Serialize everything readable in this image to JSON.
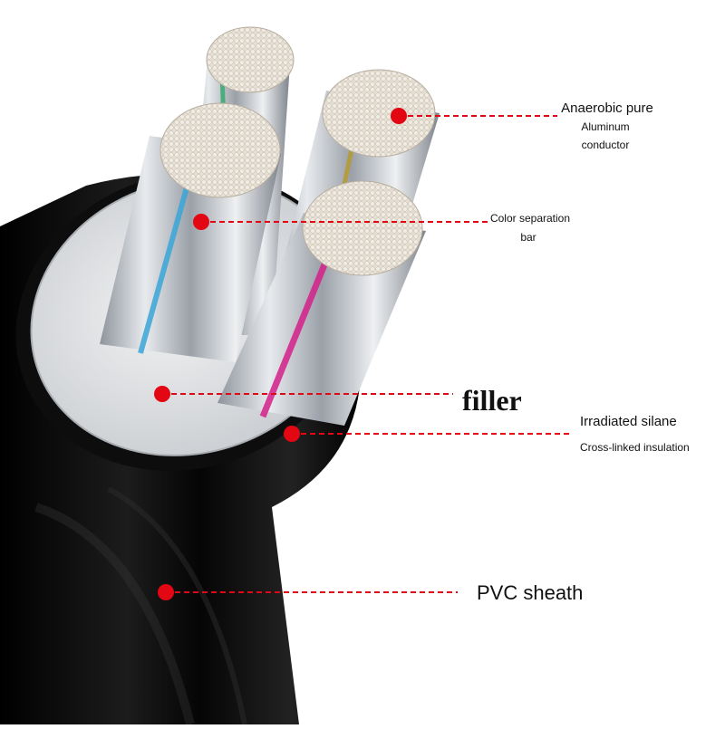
{
  "colors": {
    "marker": "#e30613",
    "sheath": "#0a0a0a",
    "aluminum": "#c8ccd2",
    "filler": "#e6e8ea",
    "strand_tip": "#e4ddd0"
  },
  "labels": {
    "conductor_line1": "Anaerobic pure",
    "conductor_line2": "Aluminum",
    "conductor_line3": "conductor",
    "separation_line1": "Color separation",
    "separation_line2": "bar",
    "filler": "filler",
    "insulation_line1": "Irradiated silane",
    "insulation_line2": "Cross-linked insulation",
    "sheath": "PVC sheath"
  }
}
